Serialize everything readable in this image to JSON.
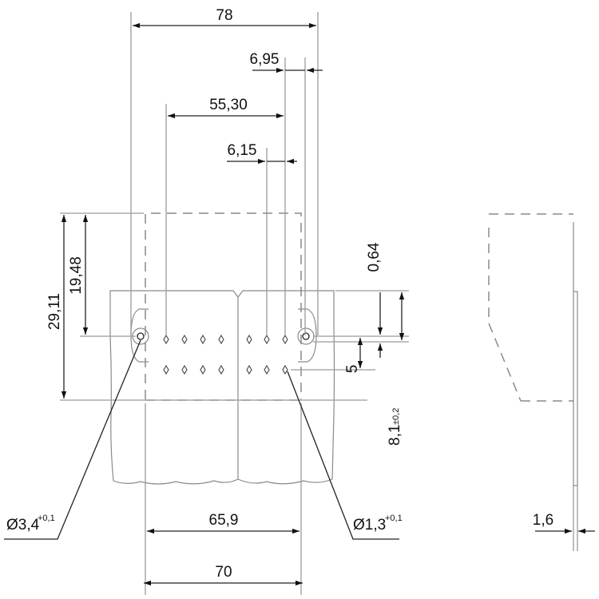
{
  "drawing": {
    "dimensions": {
      "overall_width": "78",
      "hole_offset": "6,95",
      "hole_to_pin": "55,30",
      "pin_to_pin": "6,15",
      "height_total": "29,11",
      "height_upper": "19,48",
      "offset_small": "0,64",
      "row_spacing": "5",
      "row_to_edge": "8,1",
      "row_to_edge_tolerance": "±0,2",
      "mounting_hole_dia": "Ø3,4",
      "mounting_hole_tolerance": "+0,1",
      "pin_hole_dia": "Ø1,3",
      "pin_hole_tolerance": "+0,1",
      "inner_width": "65,9",
      "outer_width": "70",
      "plate_thickness": "1,6"
    }
  }
}
